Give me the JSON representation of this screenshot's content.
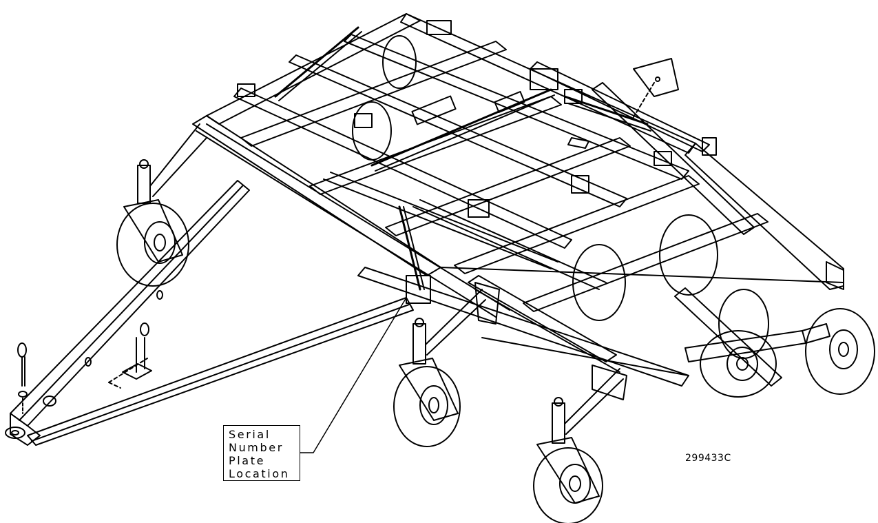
{
  "callout": {
    "lines": [
      "Serial",
      "Number",
      "Plate",
      "Location"
    ]
  },
  "part_number": "299433C",
  "colors": {
    "line": "#000000",
    "fill": "#ffffff"
  }
}
